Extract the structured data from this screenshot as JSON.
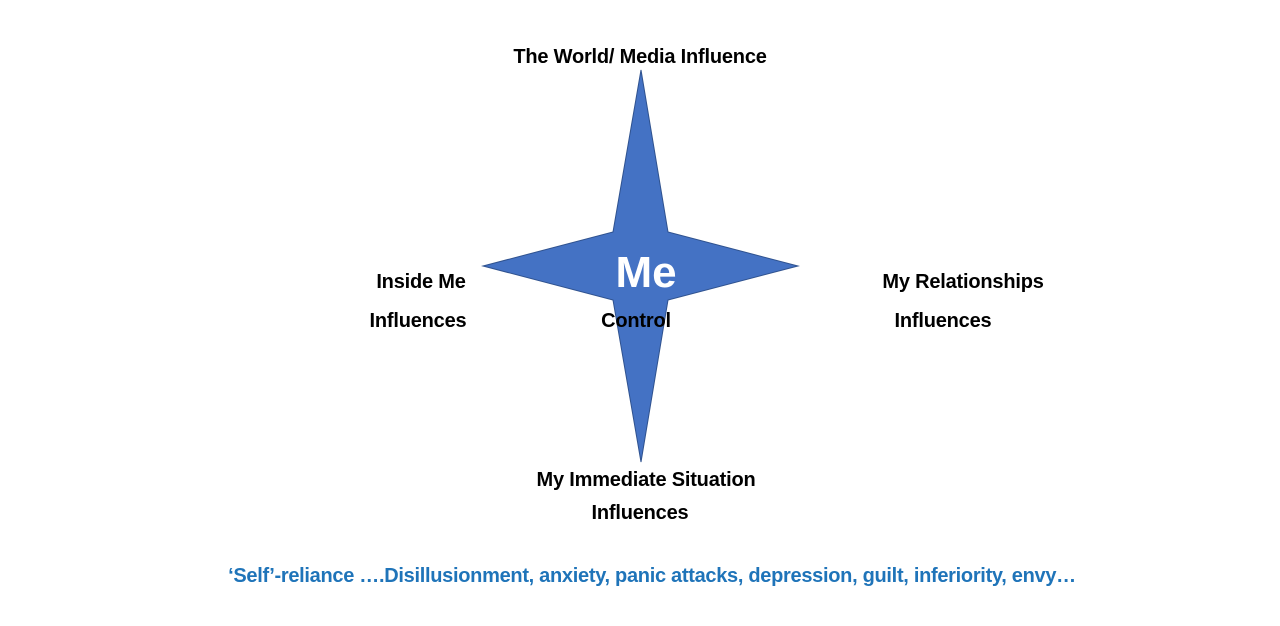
{
  "diagram": {
    "top_label": "The World/ Media Influence",
    "left_label_line1": "Inside Me",
    "left_label_line2": "Influences",
    "right_label_line1": "My Relationships",
    "right_label_line2": "Influences",
    "bottom_label_line1": "My Immediate Situation",
    "bottom_label_line2": "Influences",
    "center_label": "Me",
    "center_sublabel": "Control",
    "footer_text": "‘Self’-reliance ….Disillusionment, anxiety, panic attacks, depression, guilt, inferiority, envy…",
    "colors": {
      "star_fill": "#4472c4",
      "star_stroke": "#2f528f",
      "footer": "#1f74b9"
    }
  }
}
